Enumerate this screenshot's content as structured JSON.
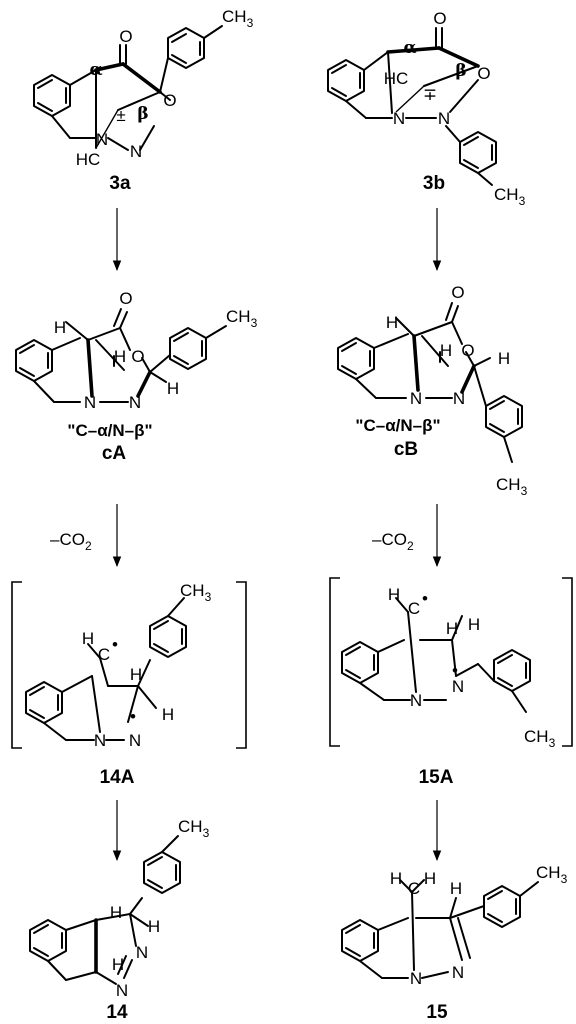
{
  "colors": {
    "ink": "#000000",
    "background": "#ffffff"
  },
  "atoms": {
    "O": "O",
    "N": "N",
    "H": "H",
    "HC": "HC",
    "C": "C",
    "CH3": "CH",
    "sub3": "3",
    "radical": "•",
    "charge_pm": "±",
    "charge_mp": "∓",
    "alpha": "α",
    "beta": "β"
  },
  "compounds": {
    "c3a": "3a",
    "c3b": "3b",
    "cA": "cA",
    "cB": "cB",
    "c14A": "14A",
    "c15A": "15A",
    "c14": "14",
    "c15": "15"
  },
  "labels": {
    "cA_desc": "\"C–α/N–β\"",
    "cB_desc": "\"C–α/N–β\""
  },
  "arrows": {
    "minus_co2": "–CO",
    "co2_sub": "2"
  }
}
